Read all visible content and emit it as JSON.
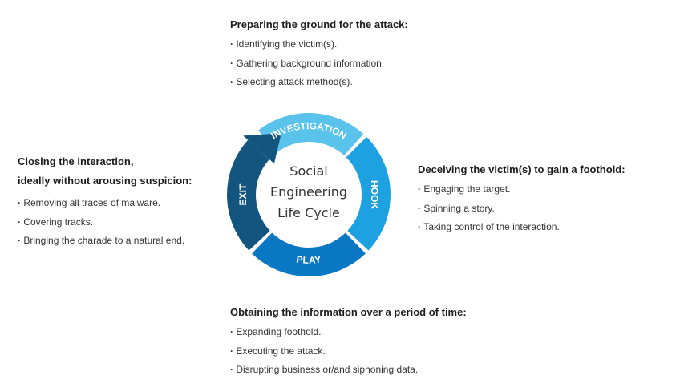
{
  "center": {
    "lines": [
      "Social",
      "Engineering",
      "Life Cycle"
    ]
  },
  "stages": {
    "investigation": "INVESTIGATION",
    "hook": "HOOK",
    "play": "PLAY",
    "exit": "EXIT"
  },
  "colors": {
    "investigation": "#59c3ec",
    "hook": "#1ea1e1",
    "play": "#0a77c3",
    "exit": "#13557f",
    "arrow": "#13557f"
  },
  "blocks": {
    "top": {
      "title": "Preparing the ground for the attack:",
      "items": [
        "Identifying the victim(s).",
        "Gathering background information.",
        "Selecting attack method(s)."
      ]
    },
    "left": {
      "title_line1": "Closing the interaction,",
      "title_line2": "ideally without arousing suspicion:",
      "items": [
        "Removing all traces of malware.",
        "Covering tracks.",
        "Bringing the charade to a natural end."
      ]
    },
    "right": {
      "title": "Deceiving the victim(s) to gain a foothold:",
      "items": [
        "Engaging the target.",
        "Spinning a story.",
        "Taking control of the interaction."
      ]
    },
    "bottom": {
      "title": "Obtaining the information over a period of time:",
      "items": [
        "Expanding foothold.",
        "Executing the attack.",
        "Disrupting business or/and siphoning data."
      ]
    }
  }
}
